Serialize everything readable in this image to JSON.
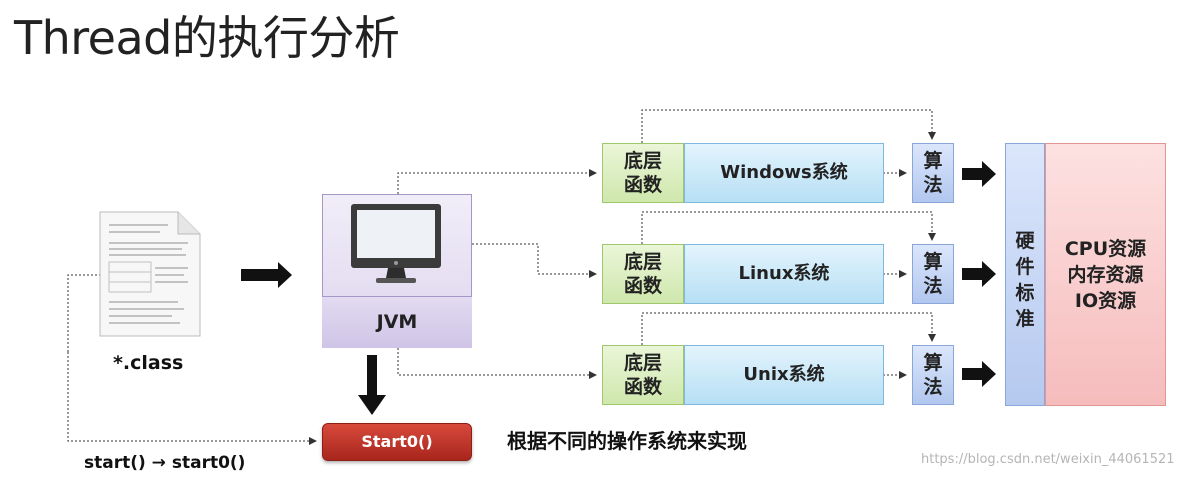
{
  "title": "Thread的执行分析",
  "jvm": {
    "label": "JVM",
    "icon": "monitor-icon"
  },
  "file": {
    "label": "*.class",
    "icon": "document-icon"
  },
  "start_button": "Start0()",
  "call_label": "start() → start0()",
  "note": "根据不同的操作系统来实现",
  "rows": [
    {
      "func_line1": "底层",
      "func_line2": "函数",
      "os": "Windows系统",
      "algo_line1": "算",
      "algo_line2": "法"
    },
    {
      "func_line1": "底层",
      "func_line2": "函数",
      "os": "Linux系统",
      "algo_line1": "算",
      "algo_line2": "法"
    },
    {
      "func_line1": "底层",
      "func_line2": "函数",
      "os": "Unix系统",
      "algo_line1": "算",
      "algo_line2": "法"
    }
  ],
  "hardware": {
    "line1": "硬",
    "line2": "件",
    "line3": "标",
    "line4": "准"
  },
  "resources": {
    "line1": "CPU资源",
    "line2": "内存资源",
    "line3": "IO资源"
  },
  "watermark": "https://blog.csdn.net/weixin_44061521",
  "colors": {
    "jvm": "#ddd5ee",
    "function_box": "#cfe7ad",
    "os_box": "#b7dff4",
    "algorithm_box": "#b2c7ef",
    "resource_box": "#f6bcbc",
    "start_button": "#c0392b"
  }
}
